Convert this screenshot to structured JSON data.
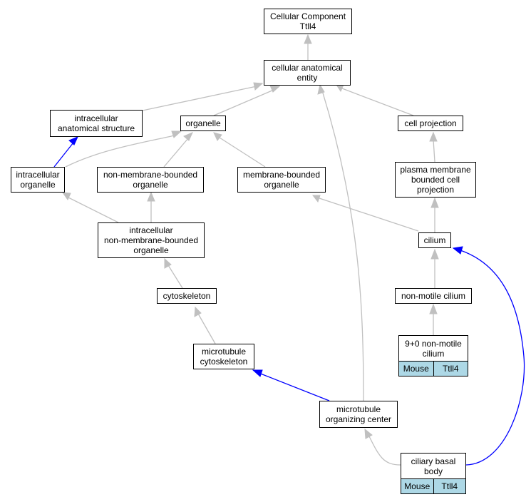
{
  "nodes": {
    "cellular_component": {
      "lines": [
        "Cellular Component",
        "Ttll4"
      ]
    },
    "cellular_anatomical_entity": {
      "lines": [
        "cellular anatomical",
        "entity"
      ]
    },
    "intracellular_anatomical_structure": {
      "lines": [
        "intracellular",
        "anatomical structure"
      ]
    },
    "organelle": {
      "lines": [
        "organelle"
      ]
    },
    "cell_projection": {
      "lines": [
        "cell projection"
      ]
    },
    "intracellular_organelle": {
      "lines": [
        "intracellular",
        "organelle"
      ]
    },
    "non_membrane_bounded_organelle": {
      "lines": [
        "non-membrane-bounded",
        "organelle"
      ]
    },
    "membrane_bounded_organelle": {
      "lines": [
        "membrane-bounded",
        "organelle"
      ]
    },
    "plasma_membrane_bounded_cell_projection": {
      "lines": [
        "plasma membrane",
        "bounded cell",
        "projection"
      ]
    },
    "intracellular_non_membrane_bounded_organelle": {
      "lines": [
        "intracellular",
        "non-membrane-bounded",
        "organelle"
      ]
    },
    "cilium": {
      "lines": [
        "cilium"
      ]
    },
    "cytoskeleton": {
      "lines": [
        "cytoskeleton"
      ]
    },
    "non_motile_cilium": {
      "lines": [
        "non-motile cilium"
      ]
    },
    "nine_plus_zero_non_motile_cilium": {
      "lines": [
        "9+0 non-motile",
        "cilium"
      ],
      "tags": [
        "Mouse",
        "Ttll4"
      ]
    },
    "microtubule_cytoskeleton": {
      "lines": [
        "microtubule",
        "cytoskeleton"
      ]
    },
    "microtubule_organizing_center": {
      "lines": [
        "microtubule",
        "organizing center"
      ]
    },
    "ciliary_basal_body": {
      "lines": [
        "ciliary basal",
        "body"
      ],
      "tags": [
        "Mouse",
        "Ttll4"
      ]
    }
  },
  "colors": {
    "is_a_edge": "#c0c0c0",
    "part_of_edge": "#0000ff",
    "annotation_fill": "#add8e6"
  }
}
